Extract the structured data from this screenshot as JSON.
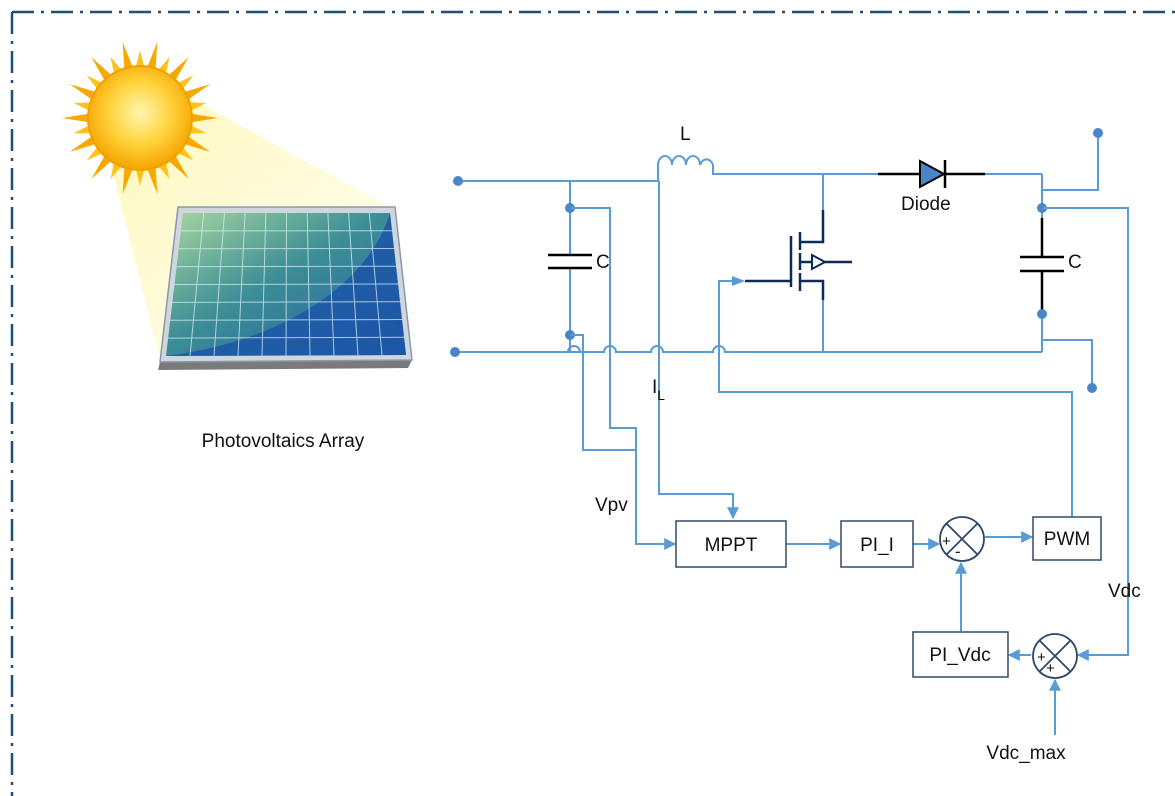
{
  "labels": {
    "inductor": "L",
    "input_capacitor": "C",
    "output_capacitor": "C",
    "diode": "Diode",
    "pv_array": "Photovoltaics Array",
    "inductor_current": "I",
    "inductor_current_sub": "L",
    "pv_voltage": "Vpv",
    "dc_voltage": "Vdc",
    "dc_voltage_ref": "Vdc_max"
  },
  "blocks": {
    "mppt": "MPPT",
    "pi_i": "PI_I",
    "pwm": "PWM",
    "pi_vdc": "PI_Vdc"
  },
  "summers": {
    "upper": {
      "sign_a": "+",
      "sign_b": "-"
    },
    "lower": {
      "sign_a": "+",
      "sign_b": "+"
    }
  },
  "colors": {
    "wire": "#5b9bd5",
    "mosfet": "#0d2a5c",
    "capacitor": "#000000",
    "border": "#1f4e79"
  }
}
